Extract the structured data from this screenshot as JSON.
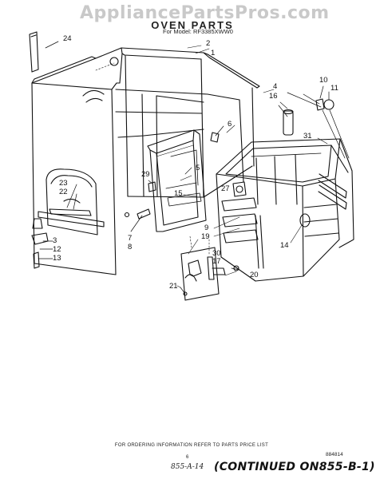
{
  "header": {
    "watermark": "AppliancePartsPros.com",
    "title": "OVEN PARTS",
    "model": "For Model: RF3385XWW0"
  },
  "labels": [
    {
      "id": "24",
      "text": "24"
    },
    {
      "id": "2",
      "text": "2"
    },
    {
      "id": "1",
      "text": "1"
    },
    {
      "id": "10",
      "text": "10"
    },
    {
      "id": "11",
      "text": "11"
    },
    {
      "id": "4",
      "text": "4"
    },
    {
      "id": "16",
      "text": "16"
    },
    {
      "id": "6",
      "text": "6"
    },
    {
      "id": "31",
      "text": "31"
    },
    {
      "id": "5",
      "text": "5"
    },
    {
      "id": "29",
      "text": "29"
    },
    {
      "id": "27",
      "text": "27"
    },
    {
      "id": "15",
      "text": "15"
    },
    {
      "id": "23",
      "text": "23"
    },
    {
      "id": "22",
      "text": "22"
    },
    {
      "id": "9",
      "text": "9"
    },
    {
      "id": "19",
      "text": "19"
    },
    {
      "id": "14",
      "text": "14"
    },
    {
      "id": "7",
      "text": "7"
    },
    {
      "id": "8",
      "text": "8"
    },
    {
      "id": "3",
      "text": "3"
    },
    {
      "id": "12",
      "text": "12"
    },
    {
      "id": "13",
      "text": "13"
    },
    {
      "id": "30",
      "text": "30"
    },
    {
      "id": "17",
      "text": "17"
    },
    {
      "id": "20",
      "text": "20"
    },
    {
      "id": "21",
      "text": "21"
    }
  ],
  "footer": {
    "ordering": "FOR ORDERING INFORMATION REFER TO PARTS PRICE LIST",
    "code": "884814",
    "page": "6",
    "handwritten": "855-A-14",
    "continued": "(CONTINUED ON855-B-1)"
  }
}
